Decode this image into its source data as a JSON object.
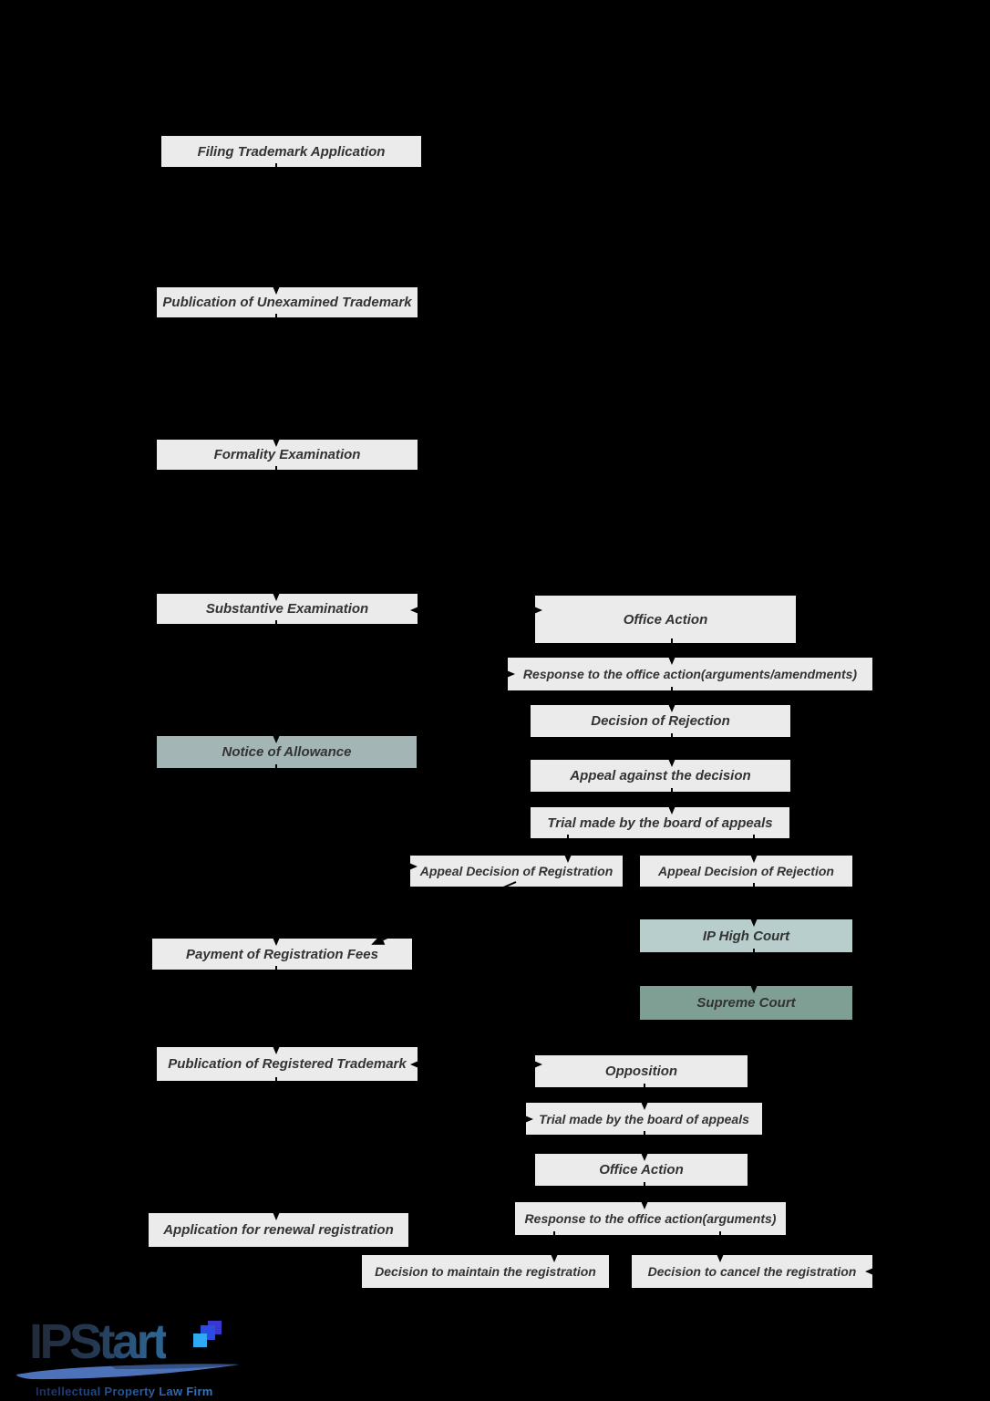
{
  "background_color": "#000000",
  "palette": {
    "node_fill": "#ebebeb",
    "node_text": "#333333",
    "notice_fill": "#a3b5b4",
    "ip_high_court_fill": "#b8cecd",
    "supreme_court_fill": "#7f9f94",
    "arrow_color": "#000000"
  },
  "flowchart": {
    "nodes": {
      "filing": {
        "label": "Filing Trademark Application"
      },
      "pub_unexamined": {
        "label": "Publication of Unexamined Trademark"
      },
      "formality": {
        "label": "Formality Examination"
      },
      "substantive": {
        "label": "Substantive Examination"
      },
      "notice": {
        "label": "Notice of Allowance"
      },
      "payment": {
        "label": "Payment of Registration Fees"
      },
      "pub_registered": {
        "label": "Publication of Registered Trademark"
      },
      "renewal": {
        "label": "Application for renewal registration"
      },
      "office_action_1": {
        "label": "Office Action"
      },
      "response_1": {
        "label": "Response to the office action(arguments/amendments)"
      },
      "decision_rejection": {
        "label": "Decision of Rejection"
      },
      "appeal_against": {
        "label": "Appeal against the decision"
      },
      "trial_1": {
        "label": "Trial made by the board of appeals"
      },
      "appeal_dec_reg": {
        "label": "Appeal Decision of Registration"
      },
      "appeal_dec_rej": {
        "label": "Appeal Decision of Rejection"
      },
      "ip_high_court": {
        "label": "IP High Court"
      },
      "supreme_court": {
        "label": "Supreme Court"
      },
      "opposition": {
        "label": "Opposition"
      },
      "trial_2": {
        "label": "Trial made by the board of appeals"
      },
      "office_action_2": {
        "label": "Office Action"
      },
      "response_2": {
        "label": "Response to the office action(arguments)"
      },
      "dec_maintain": {
        "label": "Decision to maintain the registration"
      },
      "dec_cancel": {
        "label": "Decision to cancel the registration"
      }
    },
    "edges": [
      {
        "from": "filing",
        "to": "pub_unexamined"
      },
      {
        "from": "pub_unexamined",
        "to": "formality"
      },
      {
        "from": "formality",
        "to": "substantive"
      },
      {
        "from": "substantive",
        "to": "office_action_1",
        "style": "horizontal-bidirectional"
      },
      {
        "from": "substantive",
        "to": "notice"
      },
      {
        "from": "office_action_1",
        "to": "response_1"
      },
      {
        "from": "response_1",
        "to": "decision_rejection"
      },
      {
        "from": "decision_rejection",
        "to": "appeal_against"
      },
      {
        "from": "appeal_against",
        "to": "trial_1"
      },
      {
        "from": "trial_1",
        "to": "appeal_dec_reg"
      },
      {
        "from": "trial_1",
        "to": "appeal_dec_rej"
      },
      {
        "from": "appeal_dec_rej",
        "to": "ip_high_court"
      },
      {
        "from": "ip_high_court",
        "to": "supreme_court"
      },
      {
        "from": "appeal_dec_reg",
        "to": "payment"
      },
      {
        "from": "notice",
        "to": "payment"
      },
      {
        "from": "payment",
        "to": "pub_registered"
      },
      {
        "from": "pub_registered",
        "to": "opposition",
        "style": "horizontal-bidirectional"
      },
      {
        "from": "opposition",
        "to": "trial_2"
      },
      {
        "from": "trial_2",
        "to": "office_action_2"
      },
      {
        "from": "office_action_2",
        "to": "response_2"
      },
      {
        "from": "response_2",
        "to": "dec_maintain"
      },
      {
        "from": "response_2",
        "to": "dec_cancel"
      }
    ]
  },
  "logo": {
    "name": "IPStart",
    "tagline": "Intellectual Property Law Firm",
    "text_gradient": [
      "#222b38",
      "#2d6391"
    ],
    "tagline_gradient": [
      "#1d2f63",
      "#2f7ad2"
    ],
    "swoosh_color": "#4c73b9",
    "square_colors": [
      "#2fa9f1",
      "#2b4be4",
      "#3a37cd"
    ]
  }
}
